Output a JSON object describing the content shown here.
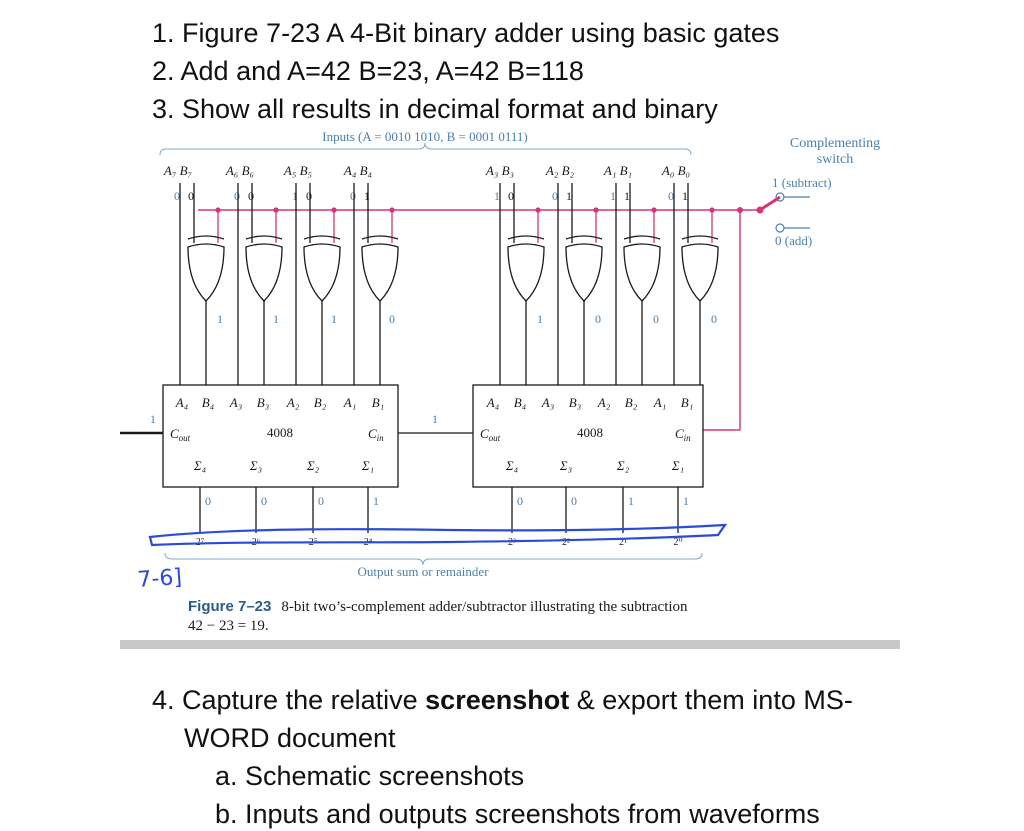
{
  "items": [
    "1. Figure 7-23 A 4-Bit binary adder using basic gates",
    "2. Add and A=42 B=23, A=42 B=118",
    "3. Show all results in decimal format and binary"
  ],
  "item4": {
    "prefix": "4. Capture the relative ",
    "bold": "screenshot",
    "suffix_line1": " & export them into MS-",
    "line2": "WORD document"
  },
  "subitems": [
    "a. Schematic screenshots",
    "b. Inputs and outputs screenshots from waveforms"
  ],
  "figure": {
    "inputs_label": "Inputs (A = 0010 1010, B = 0001 0111)",
    "input_pairs_left": [
      "A₇ B₇",
      "A₆ B₆",
      "A₅ B₅",
      "A₄ B₄"
    ],
    "input_pairs_right": [
      "A₃ B₃",
      "A₂ B₂",
      "A₁ B₁",
      "A₀ B₀"
    ],
    "input_bits_left": [
      [
        "0",
        "0"
      ],
      [
        "0",
        "0"
      ],
      [
        "1",
        "0"
      ],
      [
        "0",
        "1"
      ]
    ],
    "input_bits_right": [
      [
        "1",
        "0"
      ],
      [
        "0",
        "1"
      ],
      [
        "1",
        "1"
      ],
      [
        "0",
        "1"
      ]
    ],
    "xor_out_left": [
      "1",
      "1",
      "1",
      "0"
    ],
    "xor_out_right": [
      "1",
      "0",
      "0",
      "0"
    ],
    "switch_title": "Complementing\nswitch",
    "switch_sub": "1 (subtract)",
    "switch_add": "0 (add)",
    "chip_inputs": [
      "A₄",
      "B₄",
      "A₃",
      "B₃",
      "A₂",
      "B₂",
      "A₁",
      "B₁"
    ],
    "chip_name": "4008",
    "cout": "C",
    "cout_sub": "out",
    "cin": "C",
    "cin_sub": "in",
    "sigmas": [
      "Σ₄",
      "Σ₃",
      "Σ₂",
      "Σ₁"
    ],
    "carry_left": "1",
    "carry_mid": "1",
    "sum_left": [
      "0",
      "0",
      "0",
      "1"
    ],
    "sum_right": [
      "0",
      "0",
      "1",
      "1"
    ],
    "weights_left": [
      "2⁷",
      "2⁶",
      "2⁵",
      "2⁴"
    ],
    "weights_right": [
      "2³",
      "2²",
      "2¹",
      "2⁰"
    ],
    "output_label": "Output sum or remainder",
    "handwritten_note": "7-6]",
    "caption_label": "Figure 7–23",
    "caption_text": "8-bit two’s-complement adder/subtractor illustrating the subtraction",
    "caption_line2": "42 − 23 = 19.",
    "colors": {
      "accent": "#d6337a",
      "ink": "#1a1a1a",
      "pen": "#2a4bd7"
    }
  }
}
